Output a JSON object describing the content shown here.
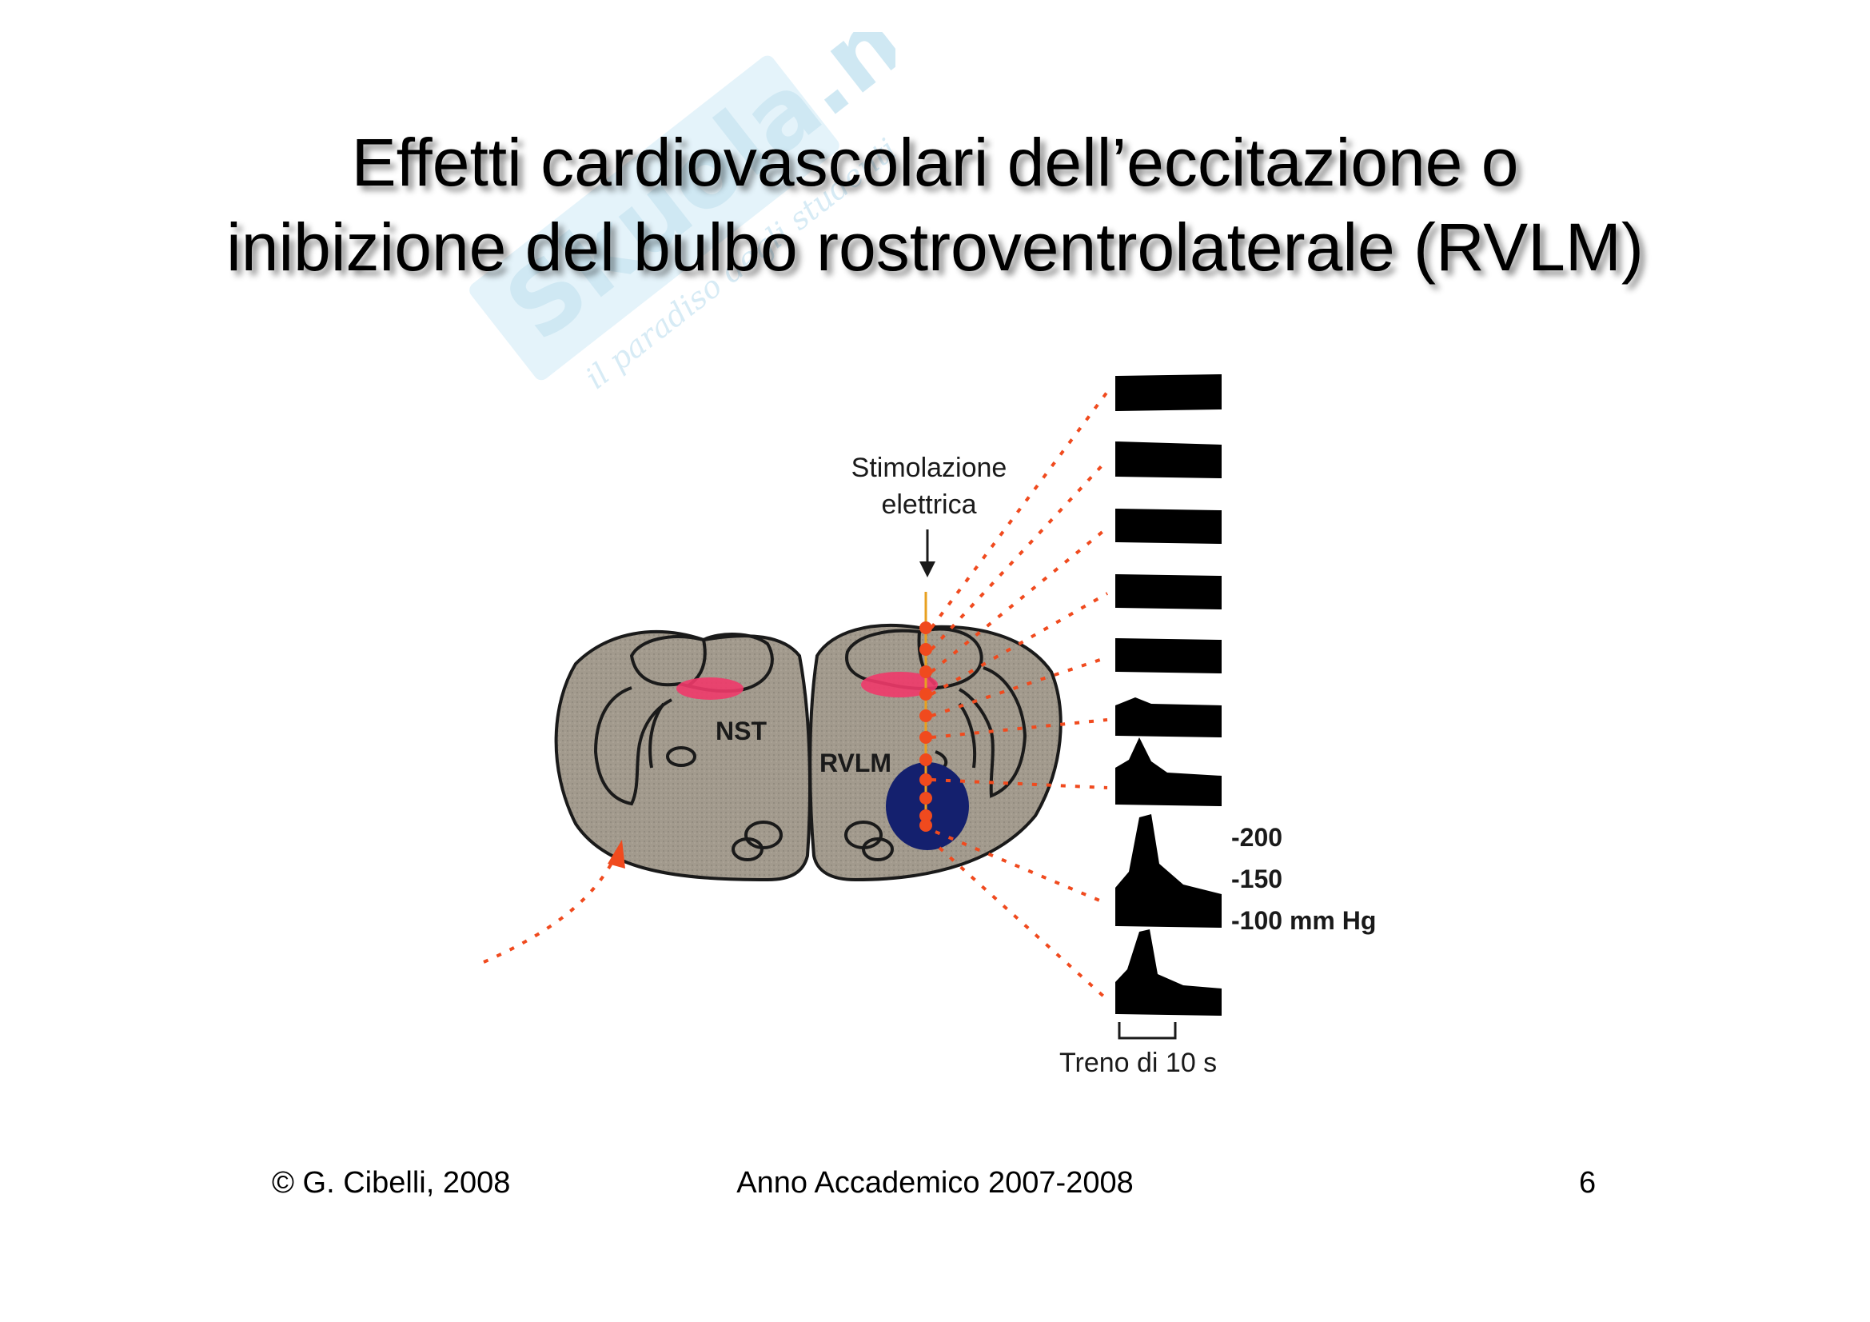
{
  "slide": {
    "title_line1": "Effetti cardiovascolari dell’eccitazione o",
    "title_line2": "inibizione del bulbo rostroventrolaterale (RVLM)"
  },
  "watermark": {
    "text": "Skuola.net",
    "tagline": "il paradiso degli studenti",
    "color": "#bfe3f2"
  },
  "diagram": {
    "stim_label_line1": "Stimolazione",
    "stim_label_line2": "elettrica",
    "nst_label": "NST",
    "rvlm_label": "RVLM",
    "scale_labels": [
      "-200",
      "-150",
      "-100 mm Hg"
    ],
    "time_label": "Treno di 10 s",
    "colors": {
      "tissue": "#9e968a",
      "nucleus_pink": "#ef3a6a",
      "rvlm_blue": "#14206e",
      "dots": "#f04a1e",
      "traces": "#000000"
    }
  },
  "footer": {
    "copyright": "© G. Cibelli, 2008",
    "academic_year": "Anno Accademico 2007-2008",
    "page_number": "6"
  }
}
